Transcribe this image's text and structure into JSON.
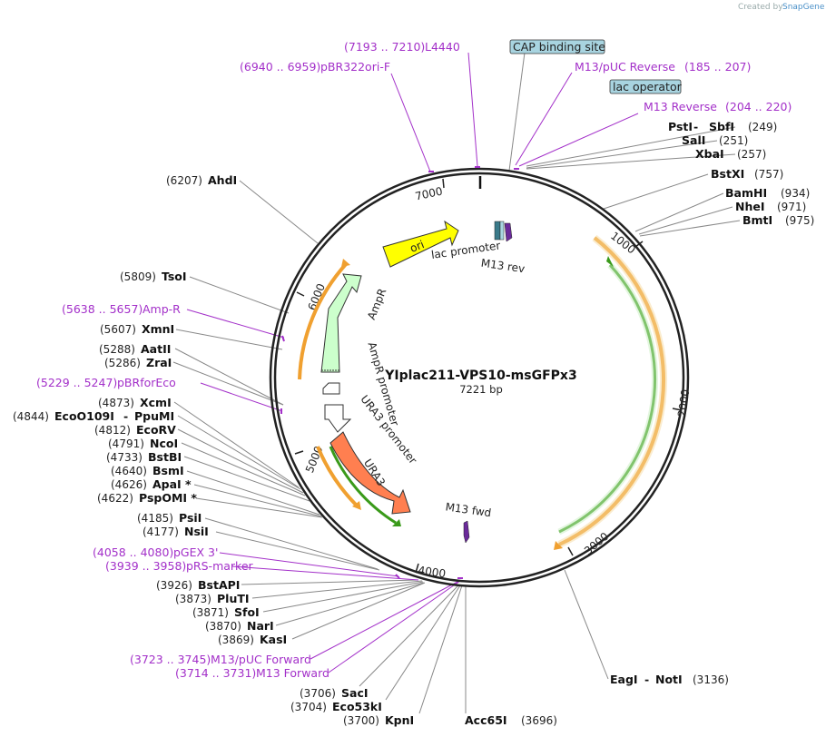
{
  "header": {
    "created_by": "Created by",
    "brand": "SnapGene"
  },
  "plasmid": {
    "name": "YIplac211-VPS10-msGFPx3",
    "length": "7221 bp"
  },
  "ticks": [
    "1000",
    "2000",
    "3000",
    "4000",
    "5000",
    "6000",
    "7000"
  ],
  "features": {
    "ori": "ori",
    "ampr": "AmpR",
    "ampr_promoter": "AmpR promoter",
    "ura3": "URA3",
    "ura3_promoter": "URA3 promoter",
    "lac_promoter": "lac promoter",
    "m13_rev": "M13 rev",
    "m13_fwd": "M13 fwd"
  },
  "boxed": {
    "cap": "CAP binding site",
    "lacop": "lac operator"
  },
  "sites": [
    {
      "name": "PstI",
      "name2": "SbfI",
      "pos": "(249)"
    },
    {
      "name": "SalI",
      "pos": "(251)"
    },
    {
      "name": "XbaI",
      "pos": "(257)"
    },
    {
      "name": "BstXI",
      "pos": "(757)"
    },
    {
      "name": "BamHI",
      "pos": "(934)"
    },
    {
      "name": "NheI",
      "pos": "(971)"
    },
    {
      "name": "BmtI",
      "pos": "(975)"
    },
    {
      "name": "EagI",
      "name2": "NotI",
      "pos": "(3136)"
    },
    {
      "name": "Acc65I",
      "pos": "(3696)"
    },
    {
      "name": "KpnI",
      "pos": "(3700)"
    },
    {
      "name": "Eco53kI",
      "pos": "(3704)"
    },
    {
      "name": "SacI",
      "pos": "(3706)"
    },
    {
      "name": "KasI",
      "pos": "(3869)"
    },
    {
      "name": "NarI",
      "pos": "(3870)"
    },
    {
      "name": "SfoI",
      "pos": "(3871)"
    },
    {
      "name": "PluTI",
      "pos": "(3873)"
    },
    {
      "name": "BstAPI",
      "pos": "(3926)"
    },
    {
      "name": "NsiI",
      "pos": "(4177)"
    },
    {
      "name": "PsiI",
      "pos": "(4185)"
    },
    {
      "name": "PspOMI *",
      "pos": "(4622)"
    },
    {
      "name": "ApaI *",
      "pos": "(4626)"
    },
    {
      "name": "BsmI",
      "pos": "(4640)"
    },
    {
      "name": "BstBI",
      "pos": "(4733)"
    },
    {
      "name": "NcoI",
      "pos": "(4791)"
    },
    {
      "name": "EcoRV",
      "pos": "(4812)"
    },
    {
      "name": "EcoO109I",
      "name2": "PpuMI",
      "pos": "(4844)"
    },
    {
      "name": "XcmI",
      "pos": "(4873)"
    },
    {
      "name": "ZraI",
      "pos": "(5286)"
    },
    {
      "name": "AatII",
      "pos": "(5288)"
    },
    {
      "name": "XmnI",
      "pos": "(5607)"
    },
    {
      "name": "TsoI",
      "pos": "(5809)"
    },
    {
      "name": "AhdI",
      "pos": "(6207)"
    }
  ],
  "primers": [
    {
      "name": "L4440",
      "range": "(7193 .. 7210)"
    },
    {
      "name": "pBR322ori-F",
      "range": "(6940 .. 6959)"
    },
    {
      "name": "M13/pUC Reverse",
      "range": "(185 .. 207)"
    },
    {
      "name": "M13 Reverse",
      "range": "(204 .. 220)"
    },
    {
      "name": "Amp-R",
      "range": "(5638 .. 5657)"
    },
    {
      "name": "pBRforEco",
      "range": "(5229 .. 5247)"
    },
    {
      "name": "pGEX 3'",
      "range": "(4058 .. 4080)"
    },
    {
      "name": "pRS-marker",
      "range": "(3939 .. 3958)"
    },
    {
      "name": "M13/pUC Forward",
      "range": "(3723 .. 3745)"
    },
    {
      "name": "M13 Forward",
      "range": "(3714 .. 3731)"
    }
  ],
  "colors": {
    "ori": "#ffff00",
    "ampr": "#ccffcc",
    "ura3": "#ff7f50",
    "cds_orange": "#f0a030",
    "cds_green": "#3a9a1a",
    "primer": "#a330c9",
    "boxed": "#a8d4e0"
  }
}
